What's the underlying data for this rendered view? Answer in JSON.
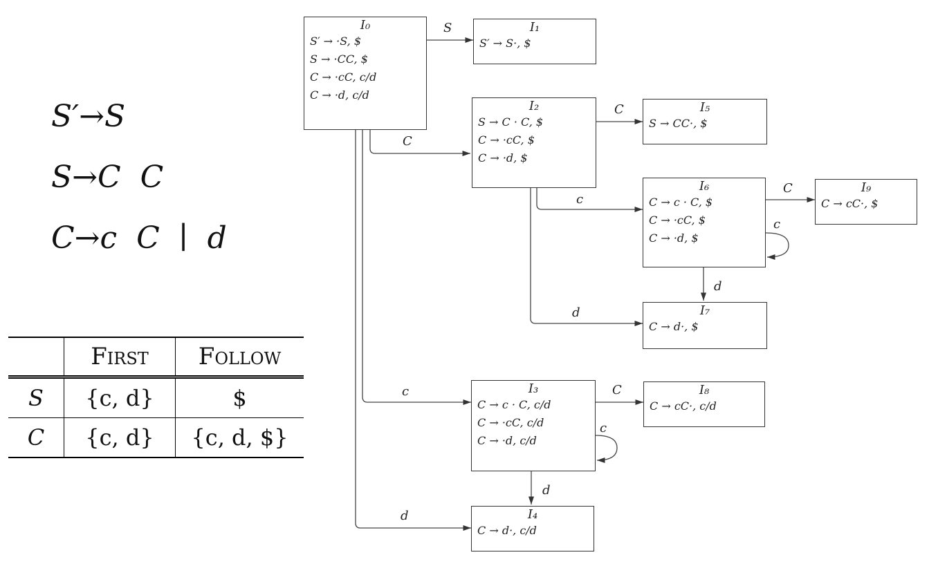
{
  "grammar": {
    "rules": [
      "S′→S",
      "S→C  C",
      "C→c  C  ∣  d"
    ]
  },
  "first_follow": {
    "headers": [
      "",
      "First",
      "Follow"
    ],
    "rows": [
      {
        "symbol": "S",
        "first": "{c, d}",
        "follow": "$"
      },
      {
        "symbol": "C",
        "first": "{c, d}",
        "follow": "{c, d, $}"
      }
    ]
  },
  "states": [
    {
      "id": "I0",
      "title": "I₀",
      "items": [
        "S′ → ·S, $",
        "S → ·CC, $",
        "C → ·cC, c/d",
        "C → ·d, c/d"
      ]
    },
    {
      "id": "I1",
      "title": "I₁",
      "items": [
        "S′ → S·, $"
      ]
    },
    {
      "id": "I2",
      "title": "I₂",
      "items": [
        "S → C · C, $",
        "C → ·cC, $",
        "C → ·d, $"
      ]
    },
    {
      "id": "I5",
      "title": "I₅",
      "items": [
        "S → CC·, $"
      ]
    },
    {
      "id": "I6",
      "title": "I₆",
      "items": [
        "C → c · C, $",
        "C → ·cC, $",
        "C → ·d, $"
      ]
    },
    {
      "id": "I9",
      "title": "I₉",
      "items": [
        "C → cC·, $"
      ]
    },
    {
      "id": "I7",
      "title": "I₇",
      "items": [
        "C → d·, $"
      ]
    },
    {
      "id": "I3",
      "title": "I₃",
      "items": [
        "C → c · C, c/d",
        "C → ·cC, c/d",
        "C → ·d, c/d"
      ]
    },
    {
      "id": "I8",
      "title": "I₈",
      "items": [
        "C → cC·, c/d"
      ]
    },
    {
      "id": "I4",
      "title": "I₄",
      "items": [
        "C → d·, c/d"
      ]
    }
  ],
  "edges": [
    {
      "from": "I0",
      "to": "I1",
      "label": "S"
    },
    {
      "from": "I0",
      "to": "I2",
      "label": "C"
    },
    {
      "from": "I2",
      "to": "I5",
      "label": "C"
    },
    {
      "from": "I2",
      "to": "I6",
      "label": "c"
    },
    {
      "from": "I6",
      "to": "I9",
      "label": "C"
    },
    {
      "from": "I6",
      "to": "I6",
      "label": "c"
    },
    {
      "from": "I6",
      "to": "I7",
      "label": "d"
    },
    {
      "from": "I2",
      "to": "I7",
      "label": "d"
    },
    {
      "from": "I0",
      "to": "I3",
      "label": "c"
    },
    {
      "from": "I3",
      "to": "I8",
      "label": "C"
    },
    {
      "from": "I3",
      "to": "I3",
      "label": "c"
    },
    {
      "from": "I3",
      "to": "I4",
      "label": "d"
    },
    {
      "from": "I0",
      "to": "I4",
      "label": "d"
    }
  ]
}
